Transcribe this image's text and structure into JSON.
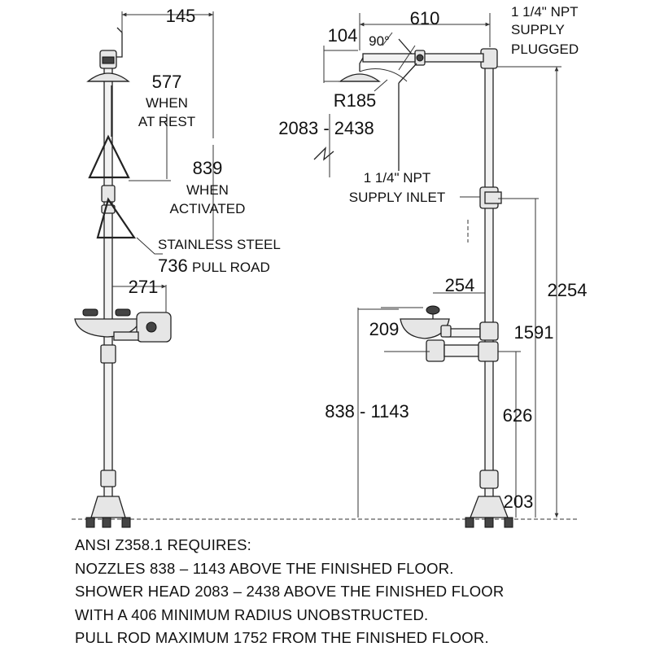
{
  "left_view": {
    "dim_top": "145",
    "dim_rest_value": "577",
    "dim_rest_text_1": "WHEN",
    "dim_rest_text_2": "AT REST",
    "dim_active_value": "839",
    "dim_active_text_1": "WHEN",
    "dim_active_text_2": "ACTIVATED",
    "rod_material": "STAINLESS STEEL",
    "rod_value": "736",
    "rod_text": "PULL ROAD",
    "dim_bowl": "271"
  },
  "right_view": {
    "dim_reach": "610",
    "dim_offset": "104",
    "angle": "90°",
    "radius": "R185",
    "shower_height": "2083 - 2438",
    "supply_plugged_1": "1 1/4\" NPT",
    "supply_plugged_2": "SUPPLY",
    "supply_plugged_3": "PLUGGED",
    "supply_inlet_1": "1 1/4\" NPT",
    "supply_inlet_2": "SUPPLY INLET",
    "dim_total": "2254",
    "dim_eyewash_reach": "254",
    "dim_bowl_offset": "209",
    "dim_inlet_height": "1591",
    "nozzle_height": "838 - 1143",
    "dim_lower_inlet": "626",
    "dim_base": "203"
  },
  "notes": [
    "ANSI Z358.1 REQUIRES:",
    "NOZZLES 838 – 1143 ABOVE THE FINISHED FLOOR.",
    "SHOWER HEAD 2083 – 2438 ABOVE THE FINISHED FLOOR",
    "WITH A 406 MINIMUM RADIUS UNOBSTRUCTED.",
    "PULL ROD MAXIMUM 1752 FROM THE FINISHED FLOOR."
  ]
}
